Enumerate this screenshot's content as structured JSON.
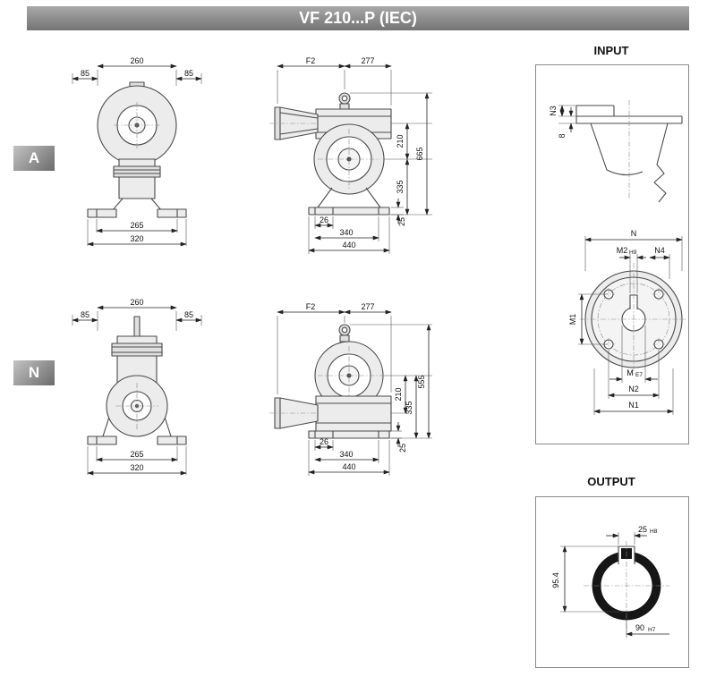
{
  "title": "VF 210...P (IEC)",
  "badges": {
    "a": "A",
    "n": "N"
  },
  "panels": {
    "input_label": "INPUT",
    "output_label": "OUTPUT"
  },
  "views": {
    "a_front": {
      "d260": "260",
      "d85l": "85",
      "d85r": "85",
      "d265": "265",
      "d320": "320"
    },
    "a_side": {
      "f2": "F2",
      "d277": "277",
      "d210": "210",
      "d665": "665",
      "d335": "335",
      "d26": "26",
      "d340": "340",
      "d440": "440",
      "d25": "25"
    },
    "n_front": {
      "d260": "260",
      "d85l": "85",
      "d85r": "85",
      "d265": "265",
      "d320": "320"
    },
    "n_side": {
      "f2": "F2",
      "d277": "277",
      "d210": "210",
      "d555": "555",
      "d335": "335",
      "d26": "26",
      "d340": "340",
      "d440": "440",
      "d25": "25"
    },
    "input": {
      "n3": "N3",
      "t8": "8",
      "n": "N",
      "m2": "M2",
      "m2_tol": "H9",
      "n4": "N4",
      "m1": "M1",
      "m": "M",
      "m_tol": "E7",
      "n2": "N2",
      "n1": "N1"
    },
    "output": {
      "key": "25",
      "key_tol": "H8",
      "height": "95.4",
      "bore": "90",
      "bore_tol": "H7"
    }
  }
}
